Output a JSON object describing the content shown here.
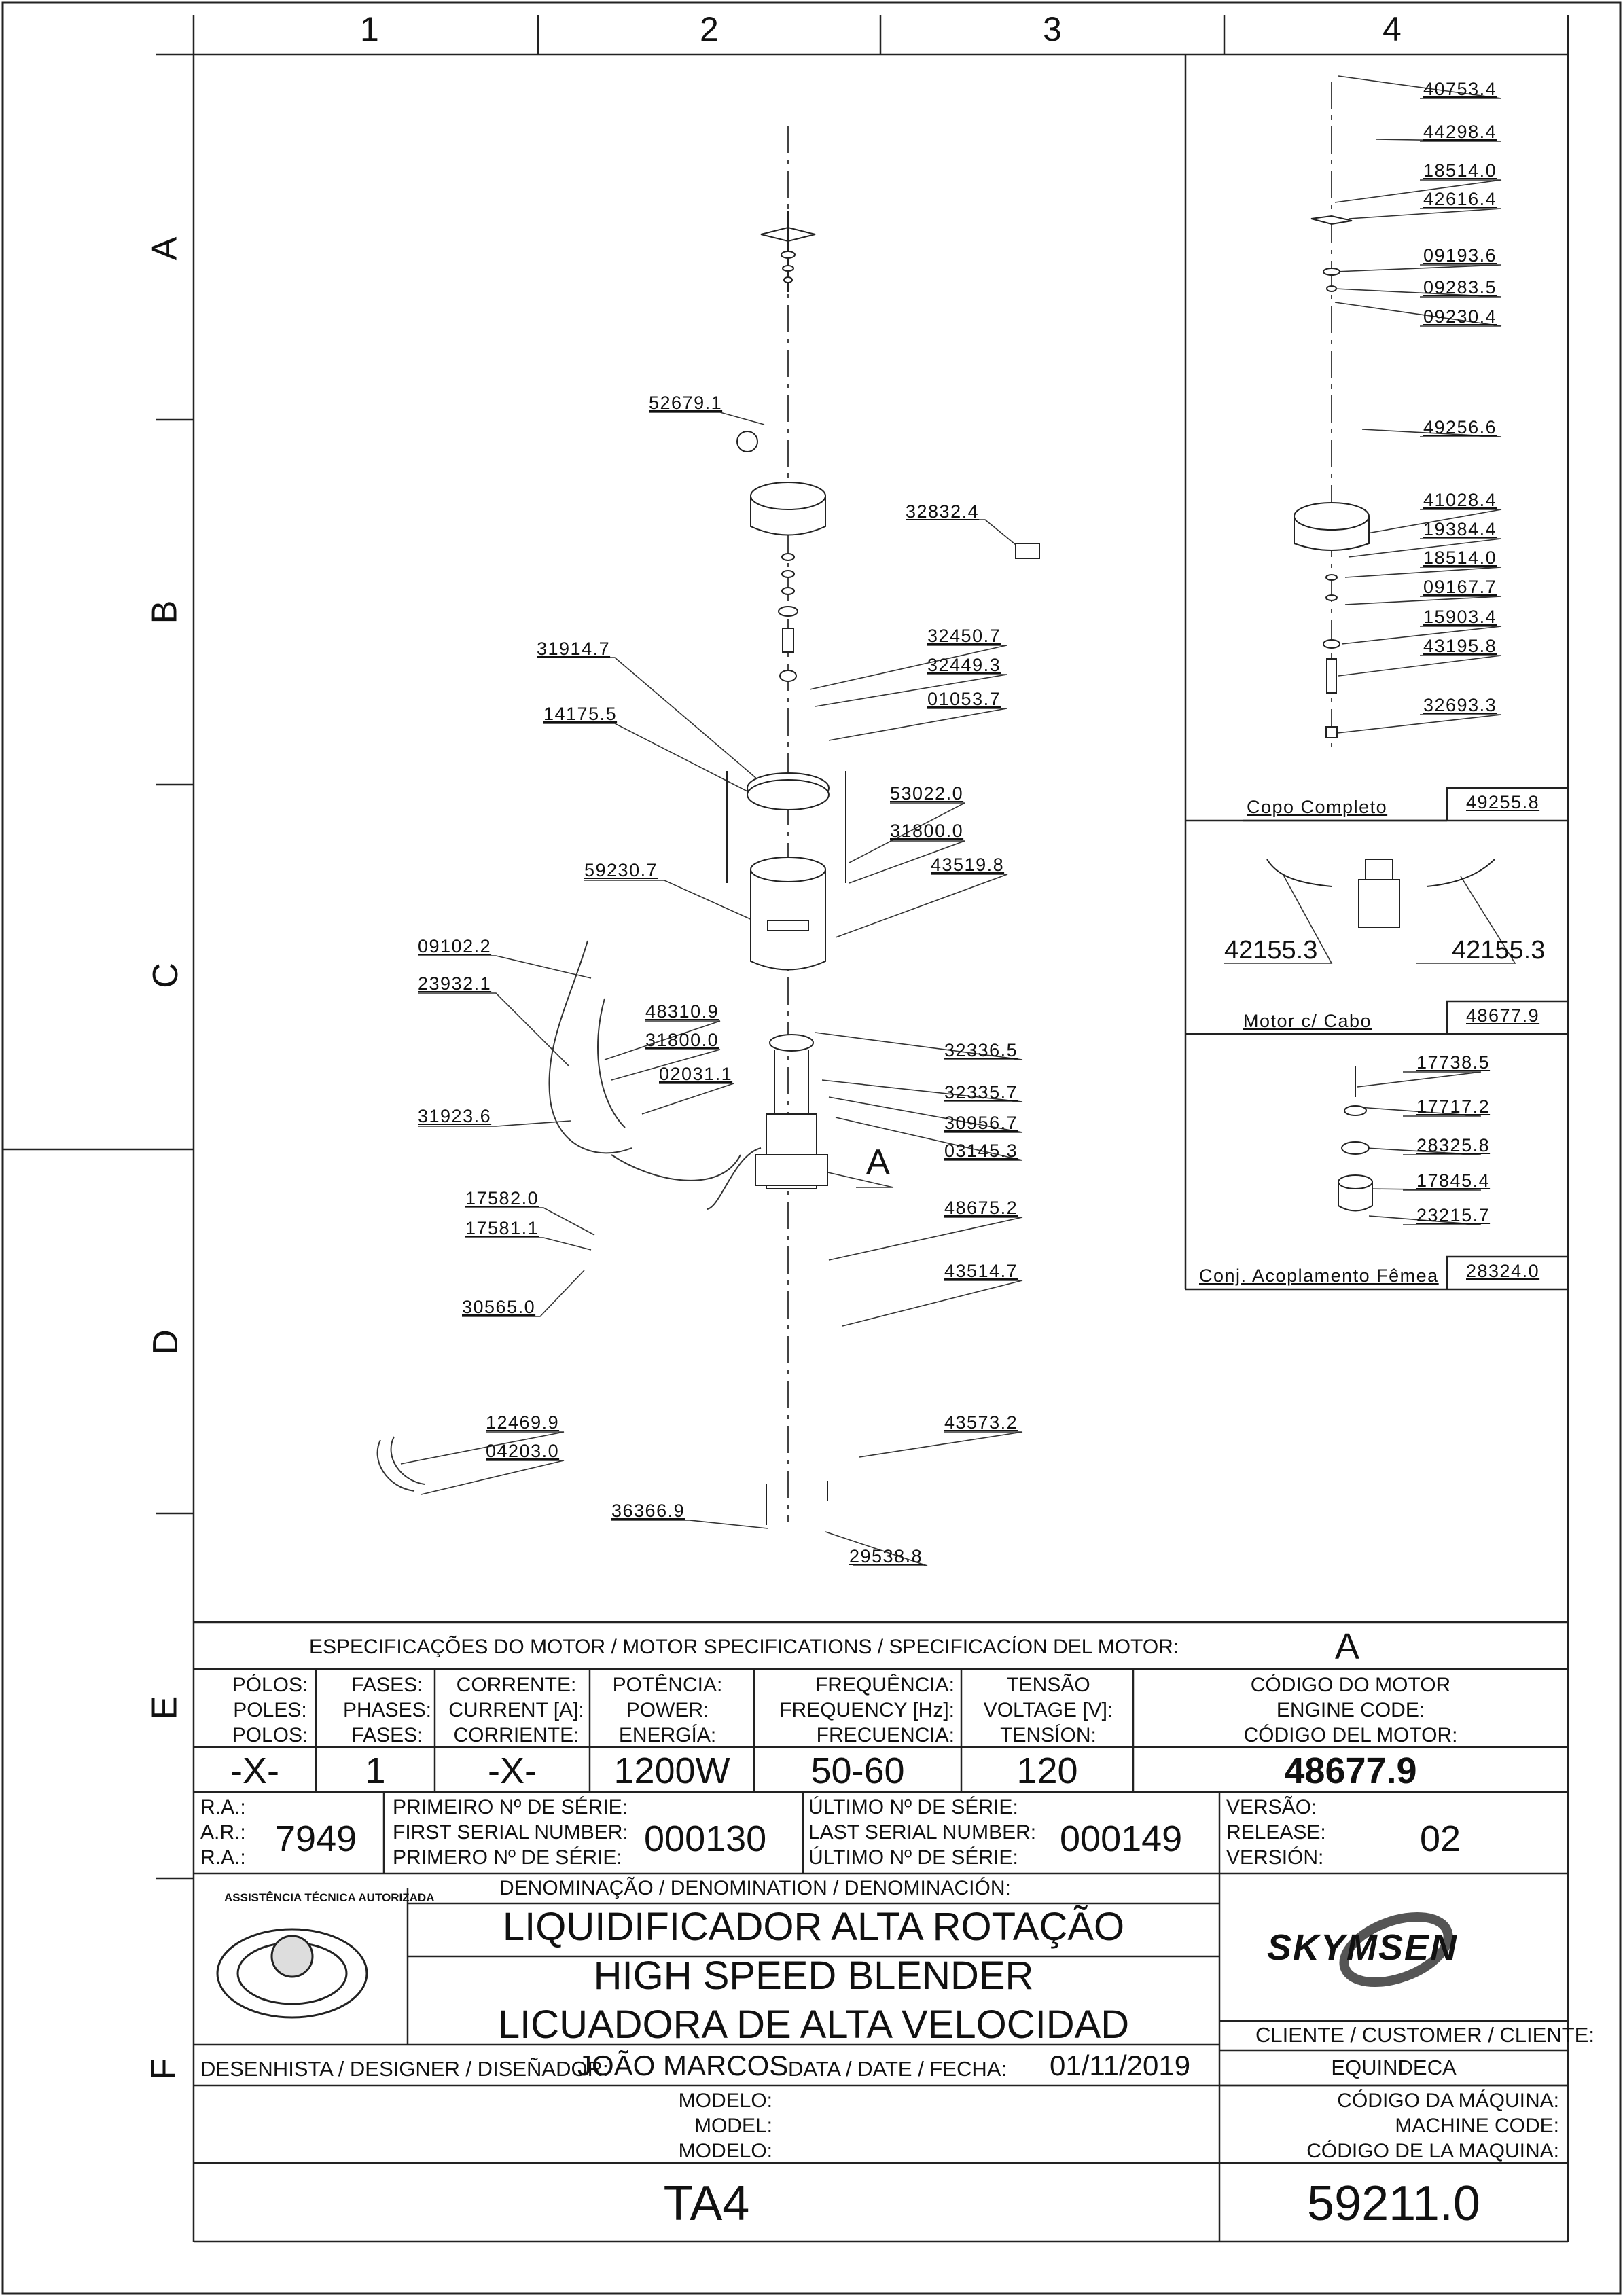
{
  "grid": {
    "columns": [
      "1",
      "2",
      "3",
      "4"
    ],
    "rows": [
      "A",
      "B",
      "C",
      "D",
      "E",
      "F"
    ]
  },
  "parts": {
    "main": [
      "52679.1",
      "32832.4",
      "31914.7",
      "14175.5",
      "32450.7",
      "32449.3",
      "01053.7",
      "53022.0",
      "31800.0",
      "59230.7",
      "43519.8",
      "09102.2",
      "23932.1",
      "48310.9",
      "31800.0",
      "02031.1",
      "31923.6",
      "32336.5",
      "32335.7",
      "30956.7",
      "03145.3",
      "17582.0",
      "17581.1",
      "30565.0",
      "48675.2",
      "43514.7",
      "12469.9",
      "04203.0",
      "43573.2",
      "36366.9",
      "29538.8"
    ],
    "motor_marker": "A",
    "cup": [
      "40753.4",
      "44298.4",
      "18514.0",
      "42616.4",
      "09193.6",
      "09283.5",
      "09230.4",
      "49256.6",
      "41028.4",
      "19384.4",
      "18514.0",
      "09167.7",
      "15903.4",
      "43195.8",
      "32693.3"
    ],
    "cup_assembly": {
      "label": "Copo  Completo",
      "code": "49255.8"
    },
    "motor_cable": {
      "left": "42155.3",
      "right": "42155.3",
      "label": "Motor  c/  Cabo",
      "code": "48677.9"
    },
    "coupling": [
      "17738.5",
      "17717.2",
      "28325.8",
      "17845.4",
      "23215.7"
    ],
    "coupling_assembly": {
      "label": "Conj.  Acoplamento  Fêmea",
      "code": "28324.0"
    }
  },
  "motor_spec": {
    "title": "ESPECIFICAÇÕES DO MOTOR / MOTOR SPECIFICATIONS / SPECIFICACÍON DEL MOTOR:",
    "marker": "A",
    "headers": {
      "poles": [
        "PÓLOS:",
        "POLES:",
        "POLOS:"
      ],
      "phases": [
        "FASES:",
        "PHASES:",
        "FASES:"
      ],
      "current": [
        "CORRENTE:",
        "CURRENT [A]:",
        "CORRIENTE:"
      ],
      "power": [
        "POTÊNCIA:",
        "POWER:",
        "ENERGÍA:"
      ],
      "frequency": [
        "FREQUÊNCIA:",
        "FREQUENCY [Hz]:",
        "FRECUENCIA:"
      ],
      "voltage": [
        "TENSÃO",
        "VOLTAGE [V]:",
        "TENSÍON:"
      ],
      "engine_code": [
        "CÓDIGO DO MOTOR",
        "ENGINE CODE:",
        "CÓDIGO DEL MOTOR:"
      ]
    },
    "values": {
      "poles": "-X-",
      "phases": "1",
      "current": "-X-",
      "power": "1200W",
      "frequency": "50-60",
      "voltage": "120",
      "engine_code": "48677.9"
    }
  },
  "info": {
    "ra_labels": [
      "R.A.:",
      "A.R.:",
      "R.A.:"
    ],
    "ra": "7949",
    "first_serial_labels": [
      "PRIMEIRO Nº DE SÉRIE:",
      "FIRST SERIAL NUMBER:",
      "PRIMERO Nº DE SÉRIE:"
    ],
    "first_serial": "000130",
    "last_serial_labels": [
      "ÚLTIMO Nº DE SÉRIE:",
      "LAST SERIAL NUMBER:",
      "ÚLTIMO Nº DE SÉRIE:"
    ],
    "last_serial": "000149",
    "version_labels": [
      "VERSÃO:",
      "RELEASE:",
      "VERSIÓN:"
    ],
    "version": "02"
  },
  "title_block": {
    "denomination_label": "DENOMINAÇÃO / DENOMINATION / DENOMINACIÓN:",
    "names": [
      "LIQUIDIFICADOR ALTA ROTAÇÃO",
      "HIGH SPEED  BLENDER",
      "LICUADORA DE ALTA VELOCIDAD"
    ],
    "seal_text": "ASSISTÊNCIA TÉCNICA AUTORIZADA",
    "brand": "SKYMSEN",
    "customer_label": "CLIENTE / CUSTOMER / CLIENTE:",
    "customer": "EQUINDECA",
    "designer_label": "DESENHISTA / DESIGNER / DISEÑADOR:",
    "designer": "JOÃO MARCOS",
    "date_label": "DATA / DATE / FECHA:",
    "date": "01/11/2019",
    "model_labels": [
      "MODELO:",
      "MODEL:",
      "MODELO:"
    ],
    "model": "TA4",
    "machine_code_labels": [
      "CÓDIGO DA MÁQUINA:",
      "MACHINE CODE:",
      "CÓDIGO DE LA MAQUINA:"
    ],
    "machine_code": "59211.0"
  }
}
